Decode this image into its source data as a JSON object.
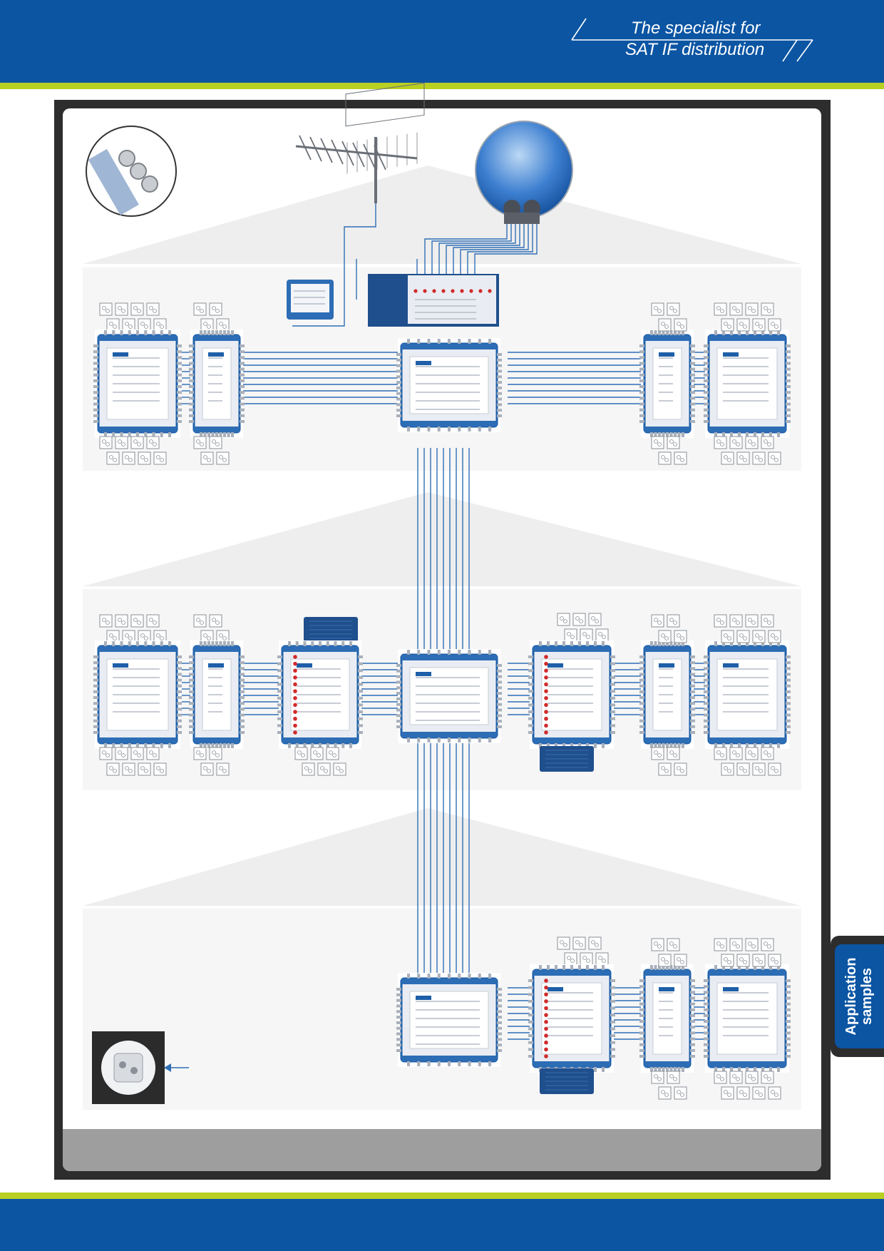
{
  "header": {
    "slogan_line1": "The specialist for",
    "slogan_line2": "SAT IF distribution"
  },
  "side_tab": {
    "label_line1": "Application",
    "label_line2": "samples"
  },
  "colors": {
    "brand_blue": "#0b55a3",
    "accent_lime": "#b9cf22",
    "frame_dark": "#2d2d2d",
    "cable_blue": "#2f6fb5",
    "footer_gray": "#9e9e9e"
  },
  "icons": {
    "antenna": "terrestrial-antenna-icon",
    "dish": "satellite-dish-icon",
    "connector": "f-connector-photo",
    "socket": "wall-socket-icon"
  }
}
